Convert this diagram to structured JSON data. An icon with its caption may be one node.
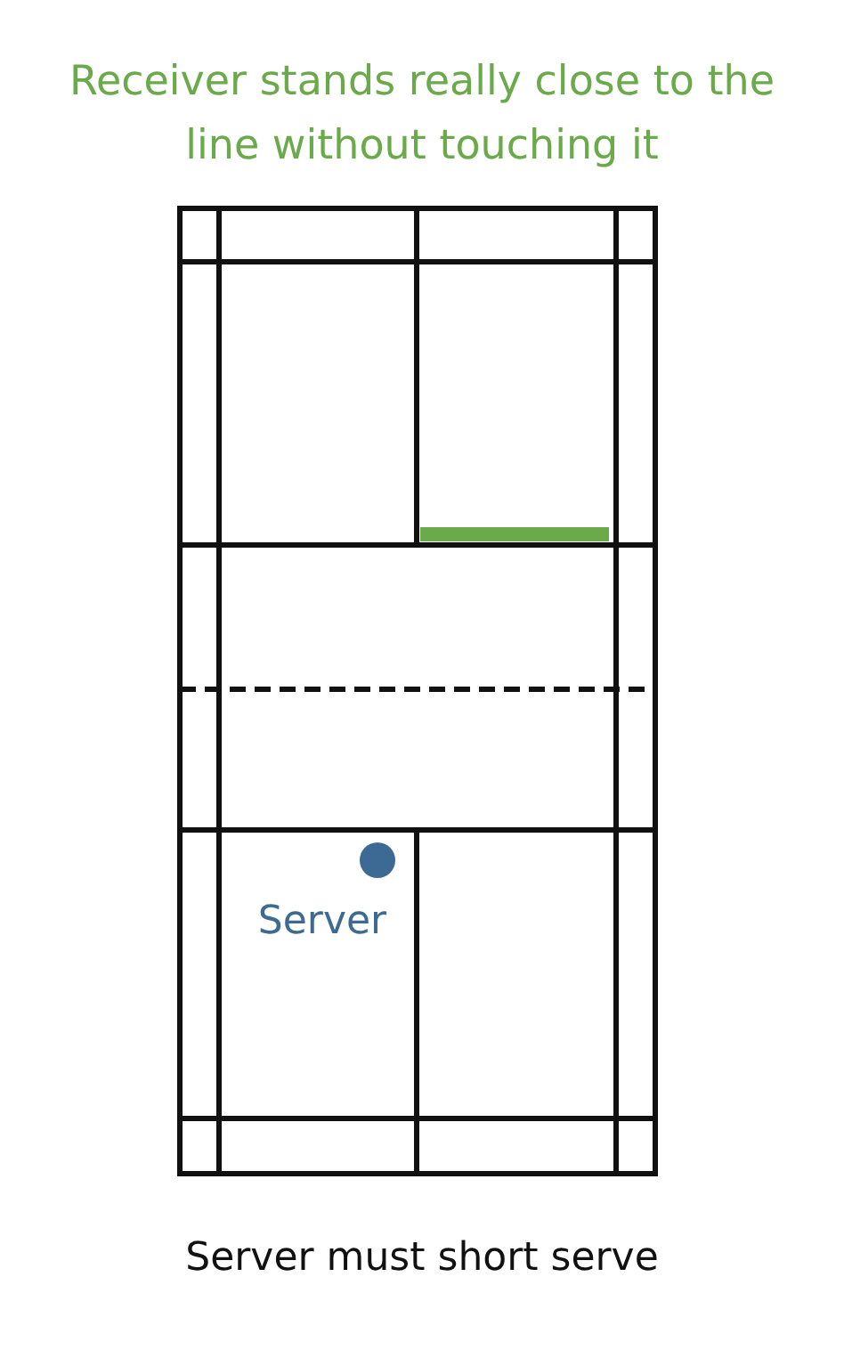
{
  "diagram": {
    "title": "Receiver stands really close to the line without touching it",
    "caption": "Server must short serve",
    "labels": [
      "Server"
    ]
  }
}
